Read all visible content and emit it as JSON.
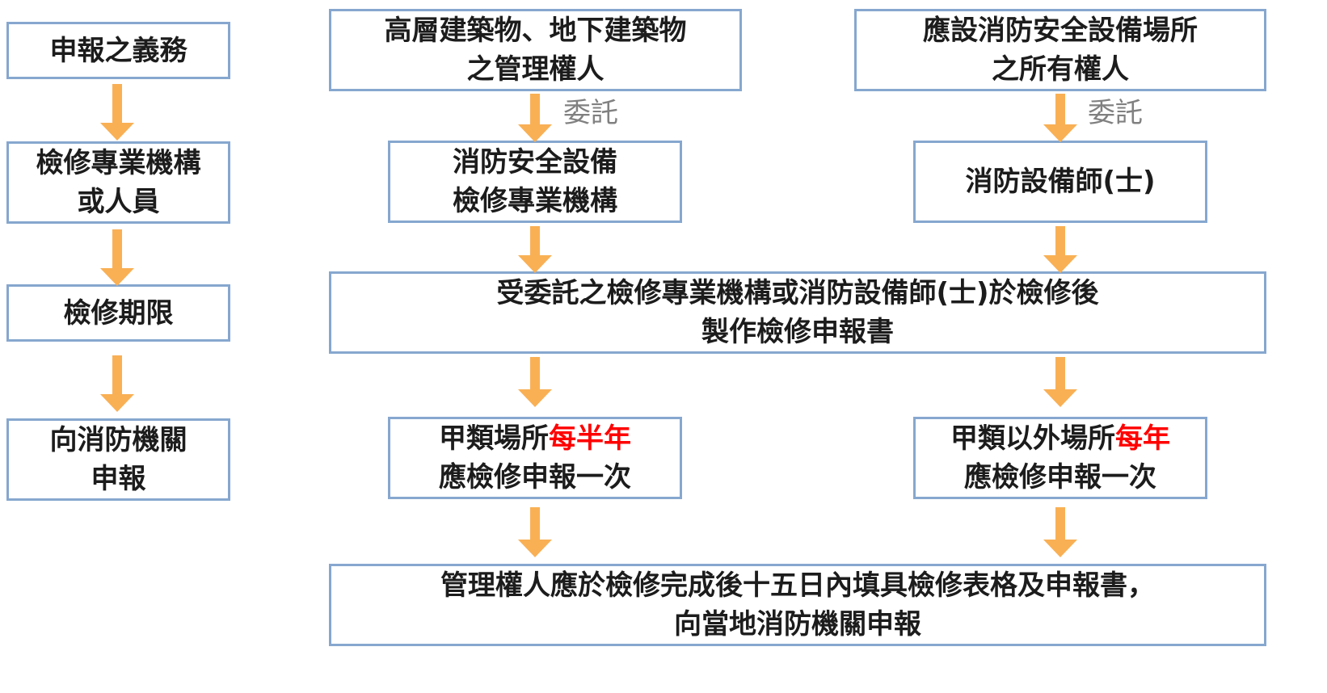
{
  "colors": {
    "box_border": "#86a7cf",
    "arrow": "#f9b055",
    "highlight": "#ff0000",
    "note": "#808080"
  },
  "left": {
    "step1": "申報之義務",
    "step2": [
      "檢修專業機構",
      "或人員"
    ],
    "step3": "檢修期限",
    "step4": [
      "向消防機關",
      "申報"
    ]
  },
  "top_left": [
    "高層建築物、地下建築物",
    "之管理權人"
  ],
  "top_right": [
    "應設消防安全設備場所",
    "之所有權人"
  ],
  "entrust_label": "委託",
  "agency": [
    "消防安全設備",
    "檢修專業機構"
  ],
  "technician": "消防設備師(士)",
  "merged": [
    "受委託之檢修專業機構或消防設備師(士)於檢修後",
    "製作檢修申報書"
  ],
  "class_a": {
    "prefix": "甲類場所",
    "highlight": "每半年",
    "line2": "應檢修申報一次"
  },
  "non_class_a": {
    "prefix": "甲類以外場所",
    "highlight": "每年",
    "line2": "應檢修申報一次"
  },
  "final": [
    "管理權人應於檢修完成後十五日內填具檢修表格及申報書，",
    "向當地消防機關申報"
  ],
  "icons": {
    "arrow": "down-arrow-icon"
  }
}
